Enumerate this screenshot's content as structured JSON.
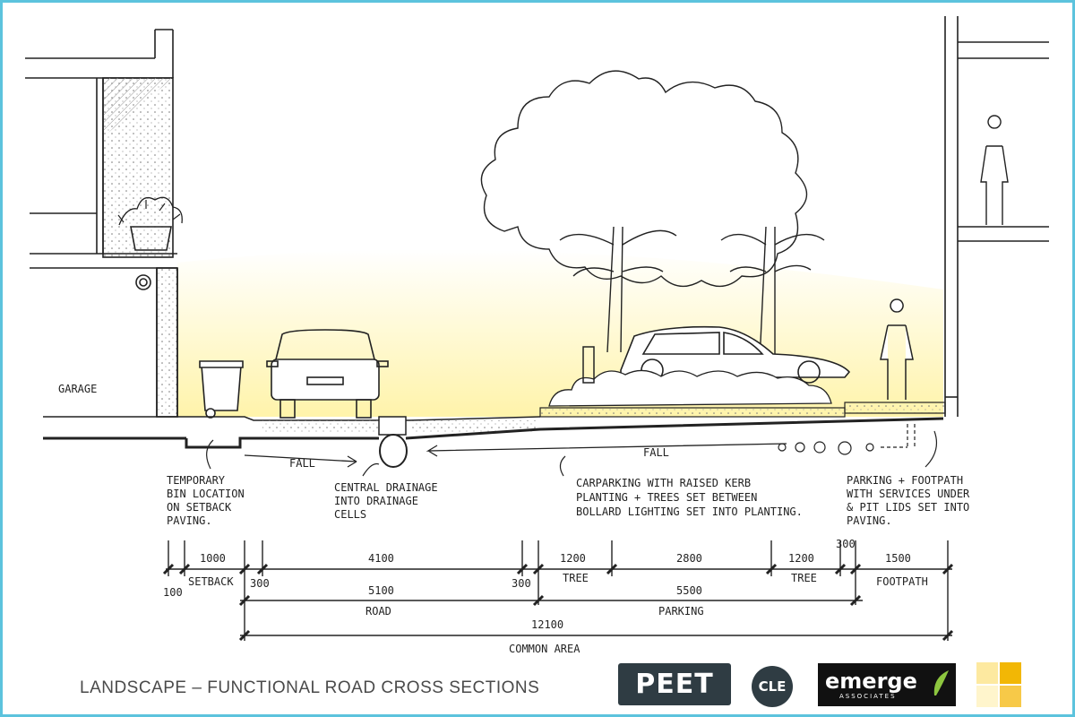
{
  "footer": {
    "title": "LANDSCAPE – FUNCTIONAL ROAD CROSS SECTIONS"
  },
  "labels": {
    "garage": "GARAGE",
    "fall_left": "FALL",
    "fall_right": "FALL",
    "bin": [
      "TEMPORARY",
      "BIN LOCATION",
      "ON SETBACK",
      "PAVING."
    ],
    "drainage": [
      "CENTRAL DRAINAGE",
      "INTO DRAINAGE",
      "CELLS"
    ],
    "carparking": [
      "CARPARKING WITH RAISED KERB",
      "PLANTING + TREES SET BETWEEN",
      "BOLLARD LIGHTING SET INTO PLANTING."
    ],
    "footpath_note": [
      "PARKING + FOOTPATH",
      "WITH SERVICES UNDER",
      "& PIT LIDS SET INTO",
      "PAVING."
    ]
  },
  "dimensions": {
    "d100": "100",
    "d1000": "1000",
    "setback": "SETBACK",
    "d300a": "300",
    "d4100": "4100",
    "d300b": "300",
    "d1200a": "1200",
    "tree_a": "TREE",
    "d2800": "2800",
    "d1200b": "1200",
    "tree_b": "TREE",
    "d300c": "300",
    "d1500": "1500",
    "footpath": "FOOTPATH",
    "d5100": "5100",
    "road": "ROAD",
    "d5500": "5500",
    "parking": "PARKING",
    "d12100": "12100",
    "common_area": "COMMON AREA"
  },
  "logos": {
    "peet": "PEET",
    "cle": "CLE",
    "emerge": "emerge",
    "emerge_sub": "ASSOCIATES"
  },
  "colors": {
    "frame": "#5cc3dd",
    "glow": "#fff3a6",
    "tile_light": "#fde9a0",
    "tile_mid": "#f7c948",
    "tile_dark": "#f2b705"
  }
}
